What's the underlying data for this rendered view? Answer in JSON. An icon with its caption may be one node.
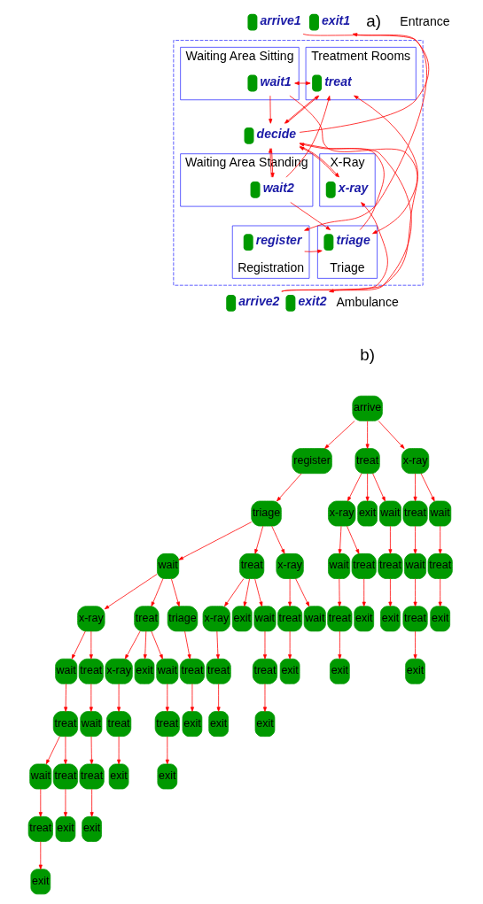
{
  "diagram": {
    "nodes": [
      {
        "text": [],
        "shape": "box"
      },
      {
        "text": [
          "arrive1"
        ]
      },
      {
        "text": [
          "exit1"
        ]
      },
      {
        "text": [
          "Waiting Area Sitting"
        ],
        "in": 0
      },
      {
        "text": [
          "wait1"
        ],
        "in": 3
      },
      {
        "text": [
          "Treatment Rooms"
        ],
        "in": 0
      },
      {
        "text": [
          "treat"
        ],
        "in": 5
      },
      {
        "text": [
          "decide"
        ],
        "in": 0
      },
      {
        "text": [
          "Waiting Area Standing"
        ],
        "in": 0
      },
      {
        "text": [
          "wait2"
        ],
        "in": 8
      },
      {
        "text": [
          "X-Ray"
        ],
        "in": 0
      },
      {
        "text": [
          "x-ray"
        ],
        "in": 10
      },
      {
        "text": [
          "Registration"
        ],
        "in": 0
      },
      {
        "text": [
          "register"
        ],
        "in": 12
      },
      {
        "text": [
          "Triage"
        ],
        "in": 0
      },
      {
        "text": [
          "triage"
        ],
        "in": 14
      },
      {
        "text": [
          "arrive2"
        ]
      },
      {
        "text": [
          "exit2"
        ]
      },
      {
        "text": [
          "arrive"
        ]
      },
      {
        "text": [
          "register"
        ]
      },
      {
        "text": [
          "triage"
        ]
      },
      {
        "text": [
          "wait"
        ]
      },
      {
        "text": [
          "x-ray"
        ]
      },
      {
        "text": [
          "wait"
        ]
      },
      {
        "text": [
          "treat"
        ]
      },
      {
        "text": [
          "wait"
        ]
      },
      {
        "text": [
          "treat"
        ]
      },
      {
        "text": [
          "exit"
        ]
      },
      {
        "text": [
          "treat"
        ]
      },
      {
        "text": [
          "exit"
        ]
      },
      {
        "text": [
          "treat"
        ]
      },
      {
        "text": [
          "wait"
        ]
      },
      {
        "text": [
          "treat"
        ]
      },
      {
        "text": [
          "exit"
        ]
      },
      {
        "text": [
          "treat"
        ]
      },
      {
        "text": [
          "x-ray"
        ]
      },
      {
        "text": [
          "treat"
        ]
      },
      {
        "text": [
          "exit"
        ]
      },
      {
        "text": [
          "exit"
        ]
      },
      {
        "text": [
          "wait"
        ]
      },
      {
        "text": [
          "treat"
        ]
      },
      {
        "text": [
          "exit"
        ]
      },
      {
        "text": [
          "triage"
        ]
      },
      {
        "text": [
          "treat"
        ]
      },
      {
        "text": [
          "exit"
        ]
      },
      {
        "text": [
          "treat"
        ]
      },
      {
        "text": [
          "x-ray"
        ]
      },
      {
        "text": [
          "treat"
        ]
      },
      {
        "text": [
          "exit"
        ]
      },
      {
        "text": [
          "exit"
        ]
      },
      {
        "text": [
          "wait"
        ]
      },
      {
        "text": [
          "treat"
        ]
      },
      {
        "text": [
          "exit"
        ]
      },
      {
        "text": [
          "x-ray"
        ]
      },
      {
        "text": [
          "treat"
        ]
      },
      {
        "text": [
          "exit"
        ]
      },
      {
        "text": [
          "wait"
        ]
      },
      {
        "text": [
          "treat"
        ]
      },
      {
        "text": [
          "x-ray"
        ]
      },
      {
        "text": [
          "wait"
        ]
      },
      {
        "text": [
          "treat"
        ]
      },
      {
        "text": [
          "exit"
        ]
      },
      {
        "text": [
          "treat"
        ]
      },
      {
        "text": [
          "exit"
        ]
      },
      {
        "text": [
          "exit"
        ]
      },
      {
        "text": [
          "wait"
        ]
      },
      {
        "text": [
          "treat"
        ]
      },
      {
        "text": [
          "exit"
        ]
      },
      {
        "text": [
          "x-ray"
        ]
      },
      {
        "text": [
          "treat"
        ]
      },
      {
        "text": [
          "wait"
        ]
      },
      {
        "text": [
          "treat"
        ]
      },
      {
        "text": [
          "exit"
        ]
      },
      {
        "text": [
          "wait"
        ]
      },
      {
        "text": [
          "treat"
        ]
      },
      {
        "text": [
          "exit"
        ]
      }
    ],
    "edges": [
      {
        "from": 1,
        "to": 13,
        "arrow": "to"
      },
      {
        "from": 7,
        "to": 2,
        "arrow": "to"
      },
      {
        "from": 6,
        "to": 4,
        "arrow": "both"
      },
      {
        "from": 4,
        "to": 7,
        "arrow": "to"
      },
      {
        "from": 4,
        "to": 15,
        "arrow": "to"
      },
      {
        "from": 7,
        "to": 6,
        "arrow": "to"
      },
      {
        "from": 6,
        "to": 7,
        "arrow": "to"
      },
      {
        "from": 7,
        "to": 9,
        "arrow": "to"
      },
      {
        "from": 9,
        "to": 7,
        "arrow": "to"
      },
      {
        "from": 9,
        "to": 6,
        "arrow": "to"
      },
      {
        "from": 9,
        "to": 15,
        "arrow": "to"
      },
      {
        "from": 13,
        "to": 15,
        "arrow": "to"
      },
      {
        "from": 15,
        "to": 7,
        "arrow": "to"
      },
      {
        "from": 7,
        "to": 11,
        "arrow": "to"
      },
      {
        "from": 11,
        "to": 7,
        "arrow": "to"
      },
      {
        "from": 7,
        "to": 17,
        "arrow": "to"
      },
      {
        "from": 16,
        "to": 11,
        "arrow": "to"
      },
      {
        "from": 16,
        "to": 6,
        "arrow": "to"
      },
      {
        "from": 18,
        "to": 19,
        "arrow": "to"
      },
      {
        "from": 19,
        "to": 20,
        "arrow": "to"
      },
      {
        "from": 20,
        "to": 21,
        "arrow": "to"
      },
      {
        "from": 21,
        "to": 22,
        "arrow": "to"
      },
      {
        "from": 22,
        "to": 23,
        "arrow": "to"
      },
      {
        "from": 23,
        "to": 24,
        "arrow": "to"
      },
      {
        "from": 24,
        "to": 25,
        "arrow": "to"
      },
      {
        "from": 25,
        "to": 26,
        "arrow": "to"
      },
      {
        "from": 26,
        "to": 27,
        "arrow": "to"
      },
      {
        "from": 24,
        "to": 28,
        "arrow": "to"
      },
      {
        "from": 28,
        "to": 29,
        "arrow": "to"
      },
      {
        "from": 22,
        "to": 30,
        "arrow": "to"
      },
      {
        "from": 30,
        "to": 31,
        "arrow": "to"
      },
      {
        "from": 31,
        "to": 32,
        "arrow": "to"
      },
      {
        "from": 32,
        "to": 33,
        "arrow": "to"
      },
      {
        "from": 21,
        "to": 34,
        "arrow": "to"
      },
      {
        "from": 34,
        "to": 35,
        "arrow": "to"
      },
      {
        "from": 35,
        "to": 36,
        "arrow": "to"
      },
      {
        "from": 36,
        "to": 37,
        "arrow": "to"
      },
      {
        "from": 34,
        "to": 38,
        "arrow": "to"
      },
      {
        "from": 34,
        "to": 39,
        "arrow": "to"
      },
      {
        "from": 39,
        "to": 40,
        "arrow": "to"
      },
      {
        "from": 40,
        "to": 41,
        "arrow": "to"
      },
      {
        "from": 21,
        "to": 42,
        "arrow": "to"
      },
      {
        "from": 42,
        "to": 43,
        "arrow": "to"
      },
      {
        "from": 43,
        "to": 44,
        "arrow": "to"
      },
      {
        "from": 20,
        "to": 45,
        "arrow": "to"
      },
      {
        "from": 45,
        "to": 46,
        "arrow": "to"
      },
      {
        "from": 46,
        "to": 47,
        "arrow": "to"
      },
      {
        "from": 47,
        "to": 48,
        "arrow": "to"
      },
      {
        "from": 45,
        "to": 49,
        "arrow": "to"
      },
      {
        "from": 45,
        "to": 50,
        "arrow": "to"
      },
      {
        "from": 50,
        "to": 51,
        "arrow": "to"
      },
      {
        "from": 51,
        "to": 52,
        "arrow": "to"
      },
      {
        "from": 20,
        "to": 53,
        "arrow": "to"
      },
      {
        "from": 53,
        "to": 54,
        "arrow": "to"
      },
      {
        "from": 54,
        "to": 55,
        "arrow": "to"
      },
      {
        "from": 53,
        "to": 56,
        "arrow": "to"
      },
      {
        "from": 18,
        "to": 57,
        "arrow": "to"
      },
      {
        "from": 57,
        "to": 58,
        "arrow": "to"
      },
      {
        "from": 58,
        "to": 59,
        "arrow": "to"
      },
      {
        "from": 59,
        "to": 60,
        "arrow": "to"
      },
      {
        "from": 60,
        "to": 61,
        "arrow": "to"
      },
      {
        "from": 58,
        "to": 62,
        "arrow": "to"
      },
      {
        "from": 62,
        "to": 63,
        "arrow": "to"
      },
      {
        "from": 57,
        "to": 64,
        "arrow": "to"
      },
      {
        "from": 57,
        "to": 65,
        "arrow": "to"
      },
      {
        "from": 65,
        "to": 66,
        "arrow": "to"
      },
      {
        "from": 66,
        "to": 67,
        "arrow": "to"
      },
      {
        "from": 18,
        "to": 68,
        "arrow": "to"
      },
      {
        "from": 68,
        "to": 69,
        "arrow": "to"
      },
      {
        "from": 69,
        "to": 70,
        "arrow": "to"
      },
      {
        "from": 70,
        "to": 71,
        "arrow": "to"
      },
      {
        "from": 71,
        "to": 72,
        "arrow": "to"
      },
      {
        "from": 68,
        "to": 73,
        "arrow": "to"
      },
      {
        "from": 73,
        "to": 74,
        "arrow": "to"
      },
      {
        "from": 74,
        "to": 75,
        "arrow": "to"
      }
    ],
    "labels": [
      "a)",
      "Entrance",
      "Ambulance",
      "b)"
    ]
  }
}
